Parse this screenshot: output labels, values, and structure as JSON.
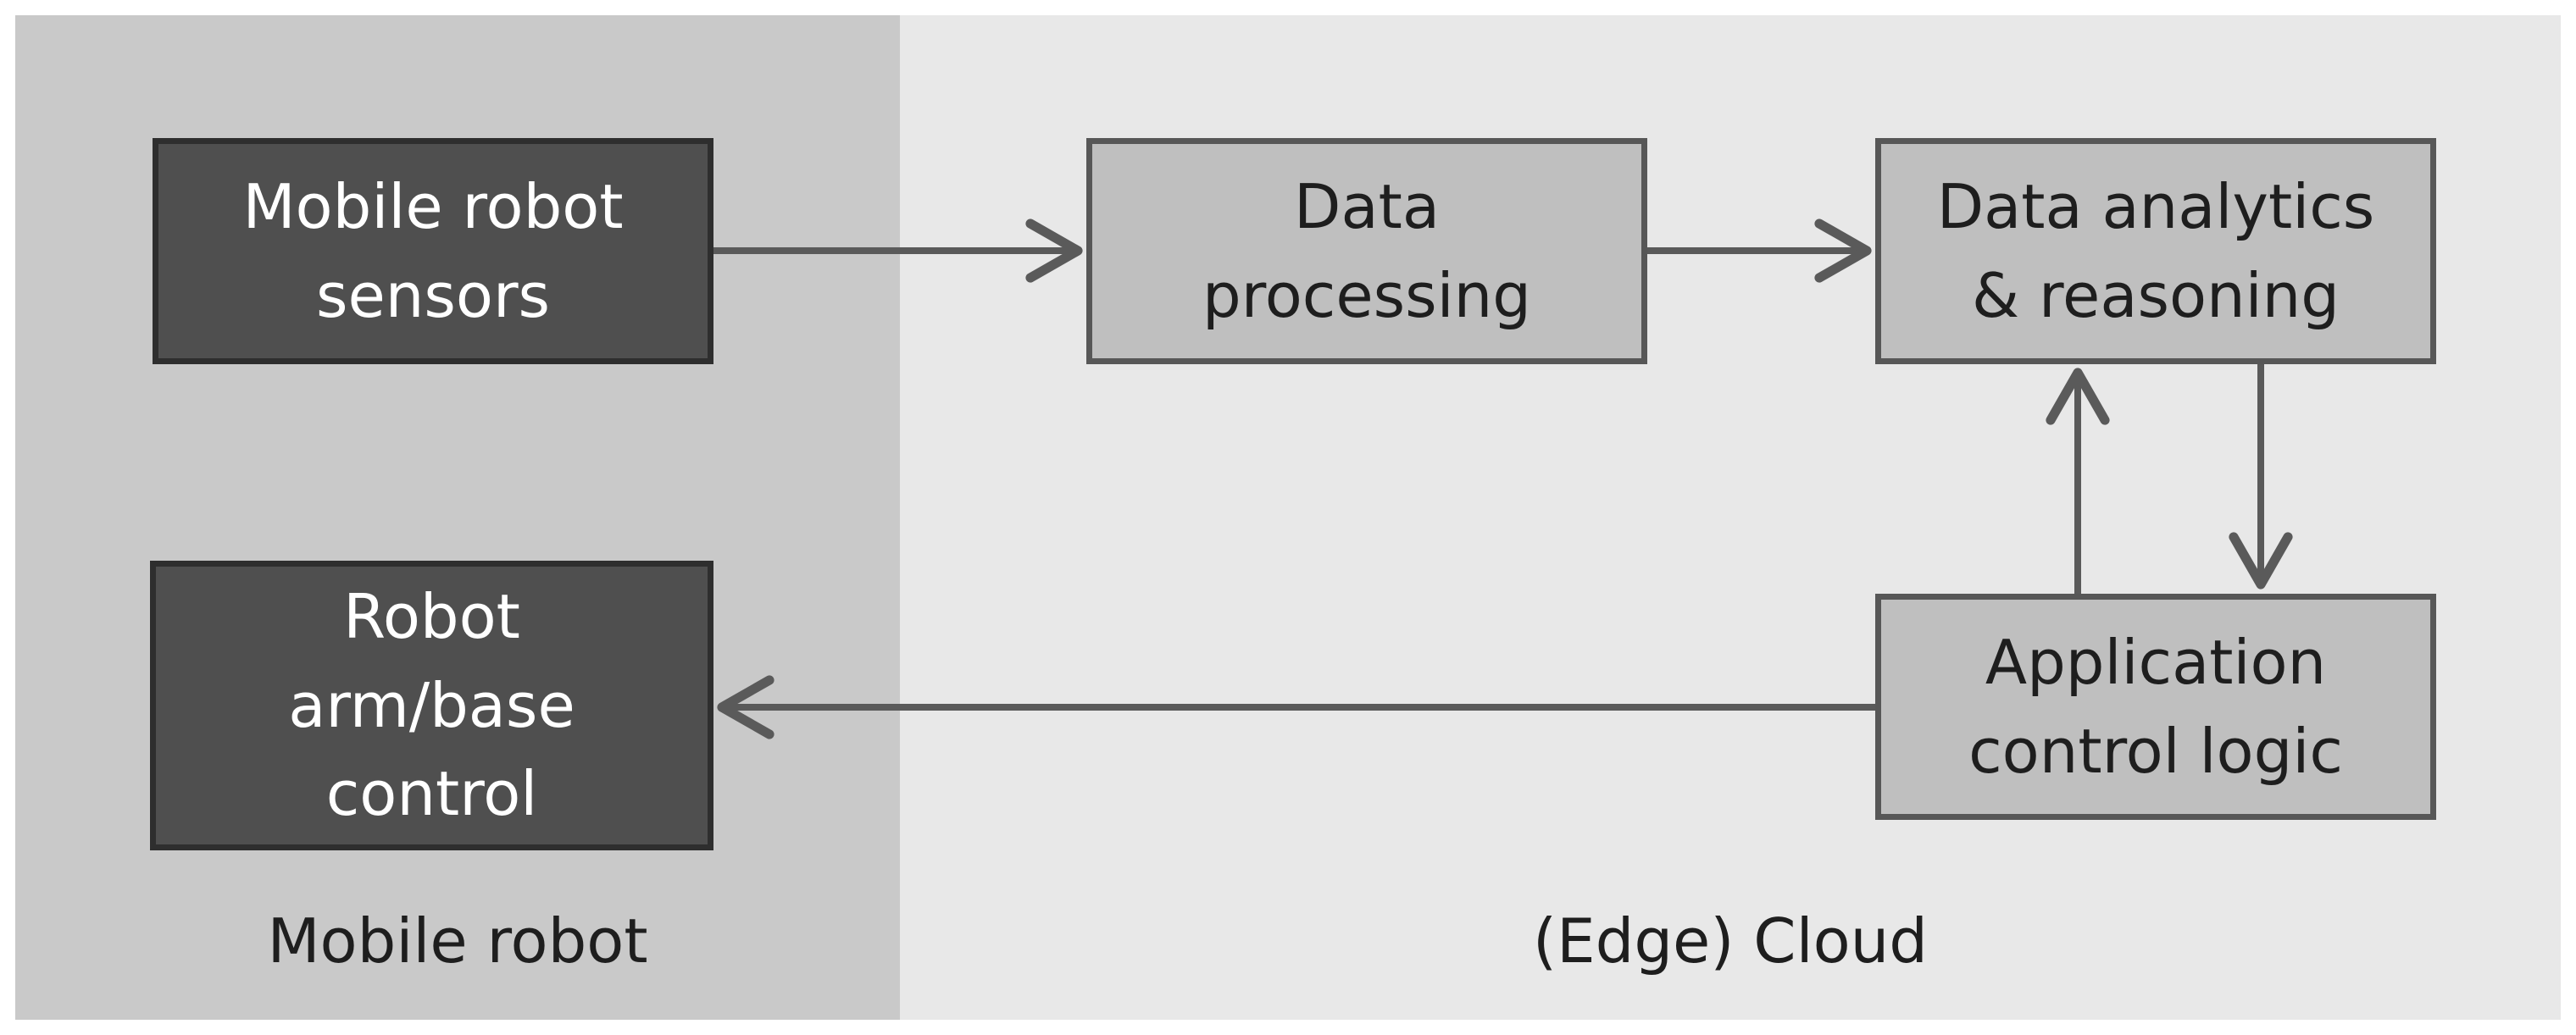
{
  "regions": {
    "robot": {
      "label": "Mobile robot",
      "color": "#c9c9c9"
    },
    "cloud": {
      "label": "(Edge) Cloud",
      "color": "#e8e8e8"
    }
  },
  "nodes": {
    "sensors": {
      "label": "Mobile robot\nsensors"
    },
    "control": {
      "label": "Robot\narm/base\ncontrol"
    },
    "processing": {
      "label": "Data\nprocessing"
    },
    "analytics": {
      "label": "Data analytics\n& reasoning"
    },
    "app_logic": {
      "label": "Application\ncontrol logic"
    }
  },
  "edges": [
    {
      "from": "sensors",
      "to": "processing"
    },
    {
      "from": "processing",
      "to": "analytics"
    },
    {
      "from": "analytics",
      "to": "app_logic"
    },
    {
      "from": "app_logic",
      "to": "analytics"
    },
    {
      "from": "app_logic",
      "to": "control"
    }
  ],
  "colors": {
    "dark_node": "#4f4f4f",
    "light_node": "#bfbfbf",
    "arrow": "#5a5a5a"
  }
}
